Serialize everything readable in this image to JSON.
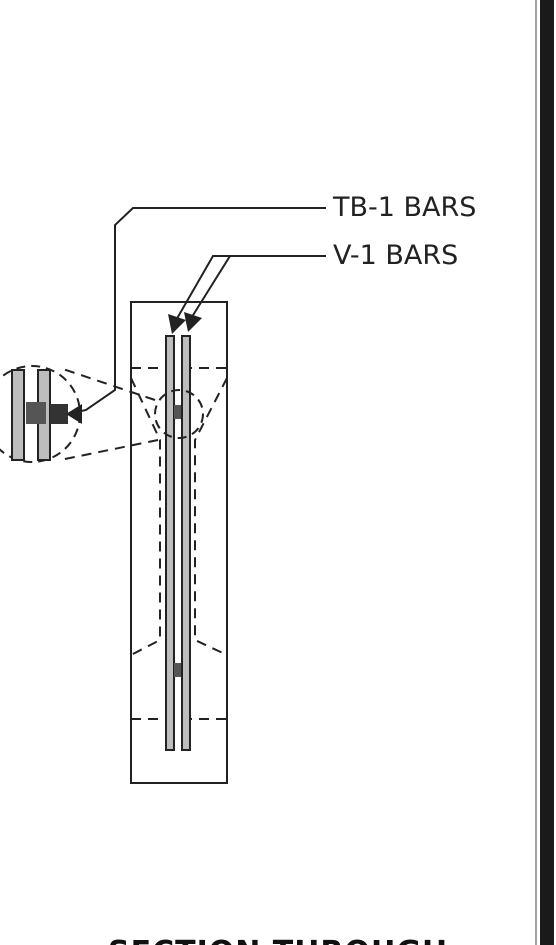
{
  "labels": {
    "tb1": "TB-1 BARS",
    "v1": "V-1 BARS"
  },
  "caption": "SECTION THROUGH",
  "colors": {
    "line": "#222222",
    "bar_fill": "#bdbdbd",
    "border": "#1a1a1a",
    "background": "#ffffff"
  }
}
